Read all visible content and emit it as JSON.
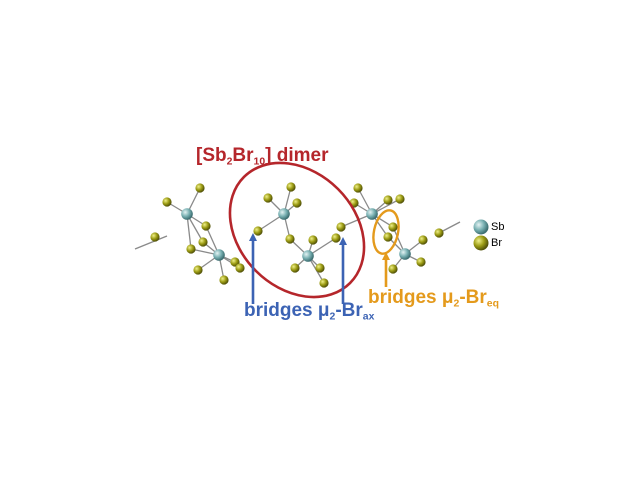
{
  "labels": {
    "dimer": {
      "pre": "[Sb",
      "sub1": "2",
      "mid": "Br",
      "sub2": "10",
      "post": "] dimer"
    },
    "axial": {
      "pre": "bridges μ",
      "sub1": "2",
      "mid": "-Br",
      "sub2": "ax"
    },
    "equatorial": {
      "pre": "bridges μ",
      "sub1": "2",
      "mid": "-Br",
      "sub2": "eq"
    }
  },
  "legend": [
    {
      "element": "Sb",
      "color": "#6fa6a8"
    },
    {
      "element": "Br",
      "color": "#8c8c10"
    }
  ],
  "colors": {
    "dimer": "#b5262b",
    "axial": "#3c63b4",
    "equatorial": "#e49a1c",
    "bond": "#8a8a8a",
    "sb_atom": "#6fa6a8",
    "br_atom": "#8c8c10"
  }
}
